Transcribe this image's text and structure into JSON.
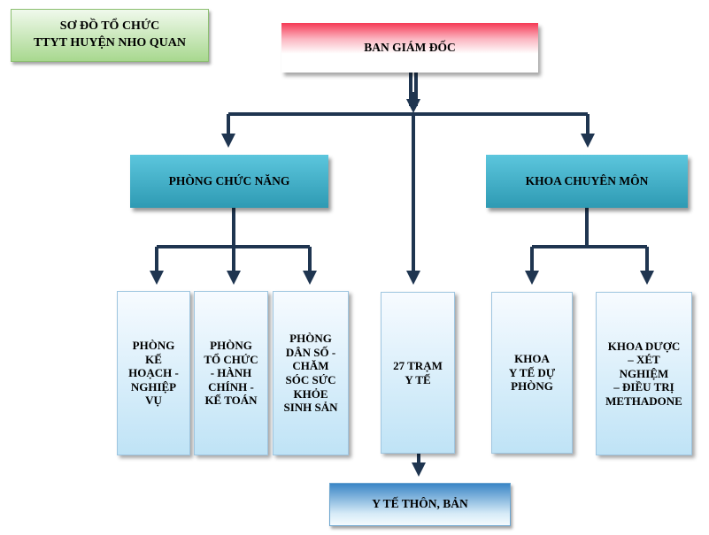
{
  "title": {
    "line1": "SƠ ĐỒ TỔ CHỨC",
    "line2": "TTYT HUYỆN NHO QUAN"
  },
  "director": "BAN GIÁM ĐỐC",
  "departments": {
    "functional": "PHÒNG CHỨC NĂNG",
    "specialty": "KHOA CHUYÊN MÔN"
  },
  "units": [
    {
      "lines": [
        "PHÒNG",
        "KẾ",
        "HOẠCH -",
        "NGHIỆP",
        "VỤ"
      ]
    },
    {
      "lines": [
        "PHÒNG",
        "TỔ CHỨC",
        "- HÀNH",
        "CHÍNH -",
        "KẾ TOÁN"
      ]
    },
    {
      "lines": [
        "PHÒNG",
        "DÂN SỐ -",
        "CHĂM",
        "SÓC SỨC",
        "KHỎE",
        "SINH SẢN"
      ]
    },
    {
      "lines": [
        "27 TRẠM",
        "Y TẾ"
      ]
    },
    {
      "lines": [
        "KHOA",
        "Y TẾ DỰ",
        "PHÒNG"
      ]
    },
    {
      "lines": [
        "KHOA DƯỢC",
        "– XÉT",
        "NGHIỆM",
        "– ĐIỀU TRỊ",
        "METHADONE"
      ]
    }
  ],
  "village": "Y TẾ THÔN, BẢN",
  "colors": {
    "connector": "#1f3550",
    "director_top": "#f53a55",
    "department_fill": "#2e9ab3",
    "unit_fill": "#bfe3f6",
    "title_fill": "#a8d88f"
  }
}
